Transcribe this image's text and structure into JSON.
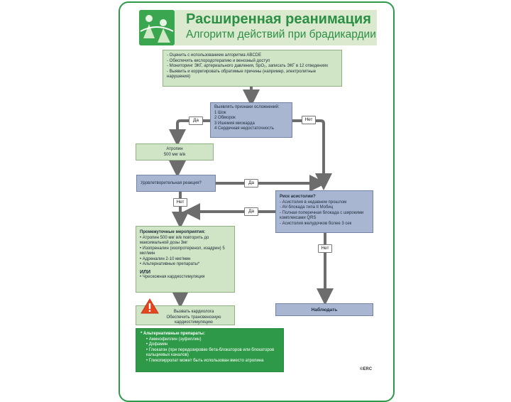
{
  "header": {
    "title": "Расширенная реанимация",
    "subtitle": "Алгоритм действий при брадикардии"
  },
  "assessment": {
    "items": [
      "- Оценить с использованием алгоритма ABCDE",
      "- Обеспечить кислородотерапию и венозный доступ",
      "- Мониторинг ЭКГ, артериального давления, SpO₂, записать ЭКГ в 12 отведениях",
      "- Выявить и корригировать обратимые причины (например, электролитные нарушения)"
    ]
  },
  "adverse": {
    "heading": "Выявлять признаки осложнений:",
    "items": [
      "1 Шок",
      "2 Обморок",
      "3 Ишемия миокарда",
      "4 Сердечная недостаточность"
    ]
  },
  "atropine": {
    "line1": "Атропин",
    "line2": "500 мкг в/в"
  },
  "response": {
    "question": "Удовлетворительная реакция?"
  },
  "risk": {
    "heading": "Риск асистолии?",
    "items": [
      "- Асистолия в недавнем прошлом",
      "- AV-блокада типа II Мобиц",
      "- Полная поперечная блокада с широкими комплексами QRS",
      "- Асистолия желудочков более 3 сек"
    ]
  },
  "interim": {
    "heading": "Промежуточные мероприятия:",
    "items": [
      "• Атропин 500 мкг в/в повторить до максимальной дозы 3мг",
      "• Изопреналин (изопротеренол, изадрин) 5 мкг/мин",
      "• Адреналин 2-10 мкг/мин",
      "• Альтернативные препараты*"
    ],
    "or_label": "ИЛИ",
    "pacing": "• Чрескожная кардиостимуляция"
  },
  "expert": {
    "line1": "Вызвать кардиолога",
    "line2": "Обеспечить трансвенозную кардиостимуляцию"
  },
  "observe": {
    "label": "Наблюдать"
  },
  "alternatives": {
    "heading": "* Альтернативные препараты:",
    "items": [
      "• Аминофиллин (эуфиллин)",
      "• Дофамин",
      "• Глюкагон (при передозировке бета-блокаторов или блокаторов кальциевых каналов)",
      "• Гликопирролат может быть использован вместо атропина"
    ]
  },
  "tags": {
    "yes": "Да",
    "no": "Нет"
  },
  "copyright": "©ERC",
  "colors": {
    "green": "#2e9a48",
    "light_green": "#cfe5c5",
    "blue": "#a9b6d2",
    "arrow": "#6d6d6d",
    "warning": "#e3451f"
  }
}
